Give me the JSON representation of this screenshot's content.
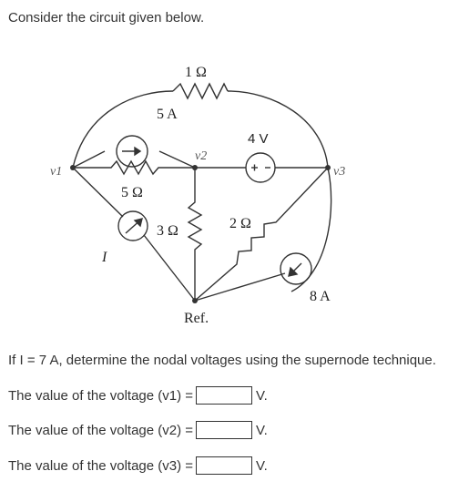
{
  "intro": "Consider the circuit given below.",
  "circuit": {
    "r_top": "1 Ω",
    "source_top": "5 A",
    "v2": "v2",
    "source_4v": "4 V",
    "v1": "v1",
    "v3": "v3",
    "r_left": "5 Ω",
    "r_mid": "3 Ω",
    "r_right": "2 Ω",
    "source_I": "I",
    "source_8a": "8 A",
    "ref": "Ref."
  },
  "question": "If I = 7 A, determine the nodal voltages using the supernode technique.",
  "answers": [
    {
      "label": "The value of the voltage (v1) =",
      "value": "",
      "unit": "V."
    },
    {
      "label": "The value of the voltage (v2) =",
      "value": "",
      "unit": "V."
    },
    {
      "label": "The value of the voltage (v3) =",
      "value": "",
      "unit": "V."
    }
  ]
}
